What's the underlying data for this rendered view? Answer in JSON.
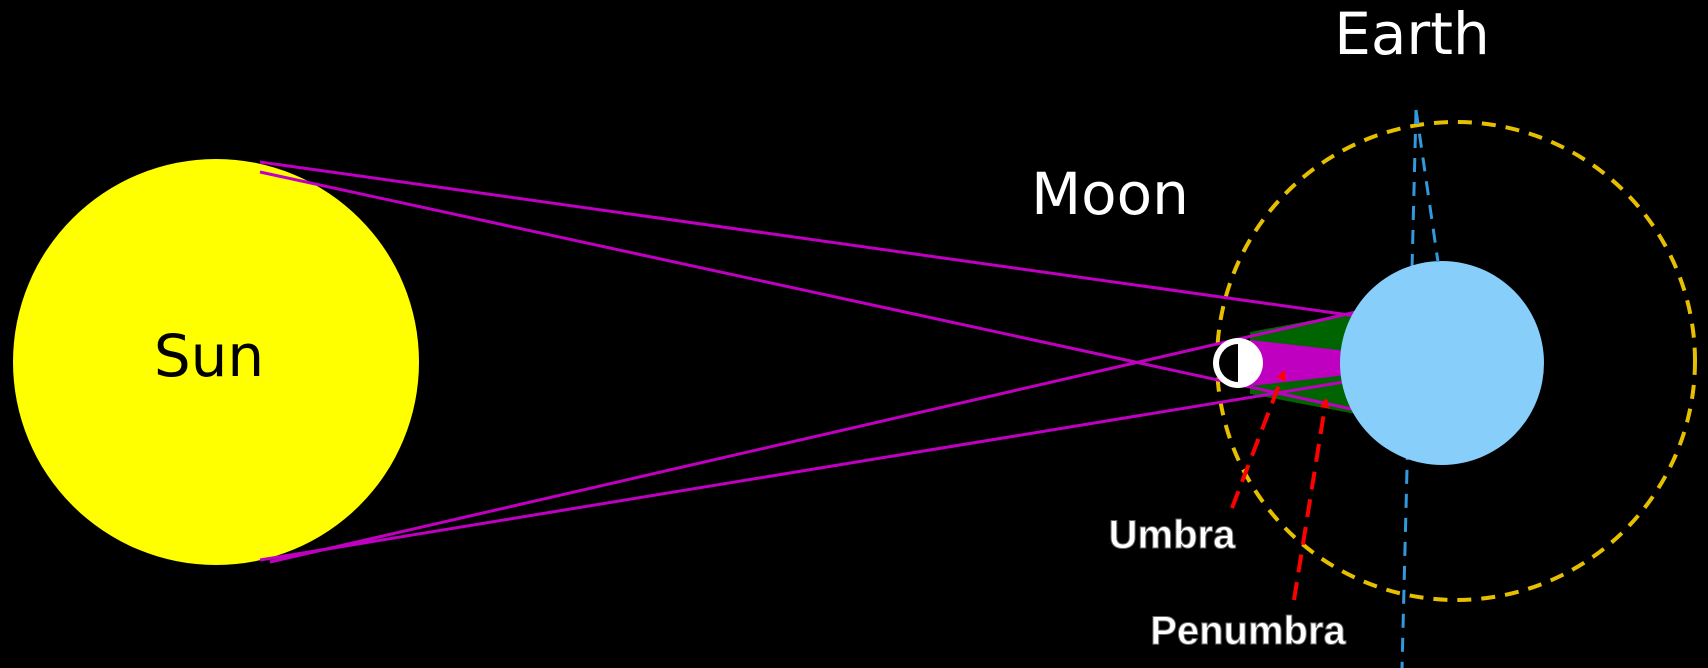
{
  "labels": {
    "sun": "Sun",
    "moon": "Moon",
    "earth": "Earth",
    "umbra": "Umbra",
    "penumbra": "Penumbra"
  },
  "colors": {
    "background": "#000000",
    "sun": "#ffff00",
    "earth": "#87cefa",
    "moon": "#ffffff",
    "tangent_lines": "#c000c0",
    "umbra_fill": "#c000c0",
    "penumbra_fill": "#006400",
    "orbit": "#e6c000",
    "earth_axis": "#3399dd",
    "pointer_arrows": "#ff0000",
    "label_text": "#ffffff"
  }
}
